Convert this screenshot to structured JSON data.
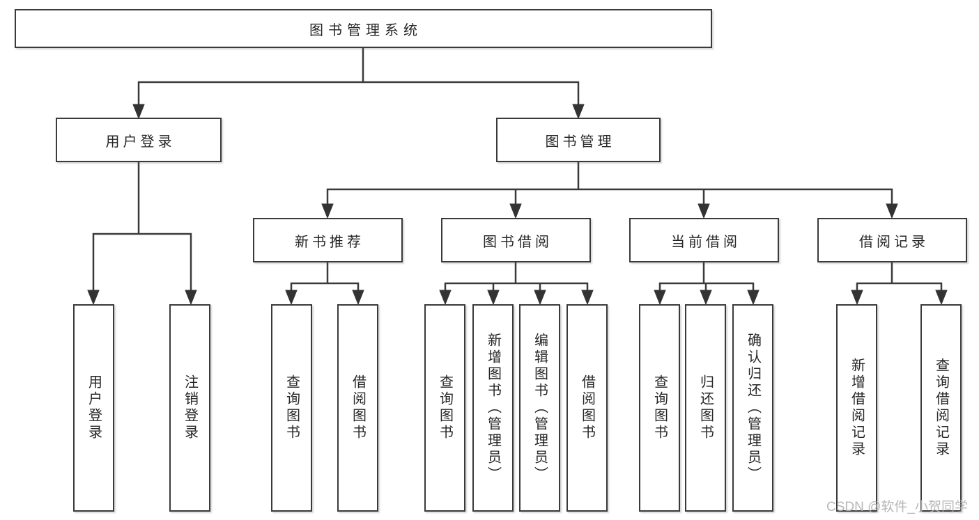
{
  "diagram": {
    "type": "hierarchy-tree",
    "colors": {
      "line": "#3a3a3a",
      "box_border": "#3a3a3a",
      "text": "#262626",
      "background": "#ffffff",
      "watermark": "#afafaf"
    },
    "tree": {
      "root": {
        "label": "图书管理系统"
      },
      "branches": [
        {
          "label": "用户登录",
          "children": [
            {
              "label": "用户登录"
            },
            {
              "label": "注销登录"
            }
          ]
        },
        {
          "label": "图书管理",
          "children": [
            {
              "label": "新书推荐",
              "children": [
                {
                  "label": "查询图书"
                },
                {
                  "label": "借阅图书"
                }
              ]
            },
            {
              "label": "图书借阅",
              "children": [
                {
                  "label": "查询图书"
                },
                {
                  "label": "新增图书（管理员）"
                },
                {
                  "label": "编辑图书（管理员）"
                },
                {
                  "label": "借阅图书"
                }
              ]
            },
            {
              "label": "当前借阅",
              "children": [
                {
                  "label": "查询图书"
                },
                {
                  "label": "归还图书"
                },
                {
                  "label": "确认归还（管理员）"
                }
              ]
            },
            {
              "label": "借阅记录",
              "children": [
                {
                  "label": "新增借阅记录"
                },
                {
                  "label": "查询借阅记录"
                }
              ]
            }
          ]
        }
      ]
    },
    "watermark": {
      "text": "CSDN @软件_小贺同学"
    }
  }
}
